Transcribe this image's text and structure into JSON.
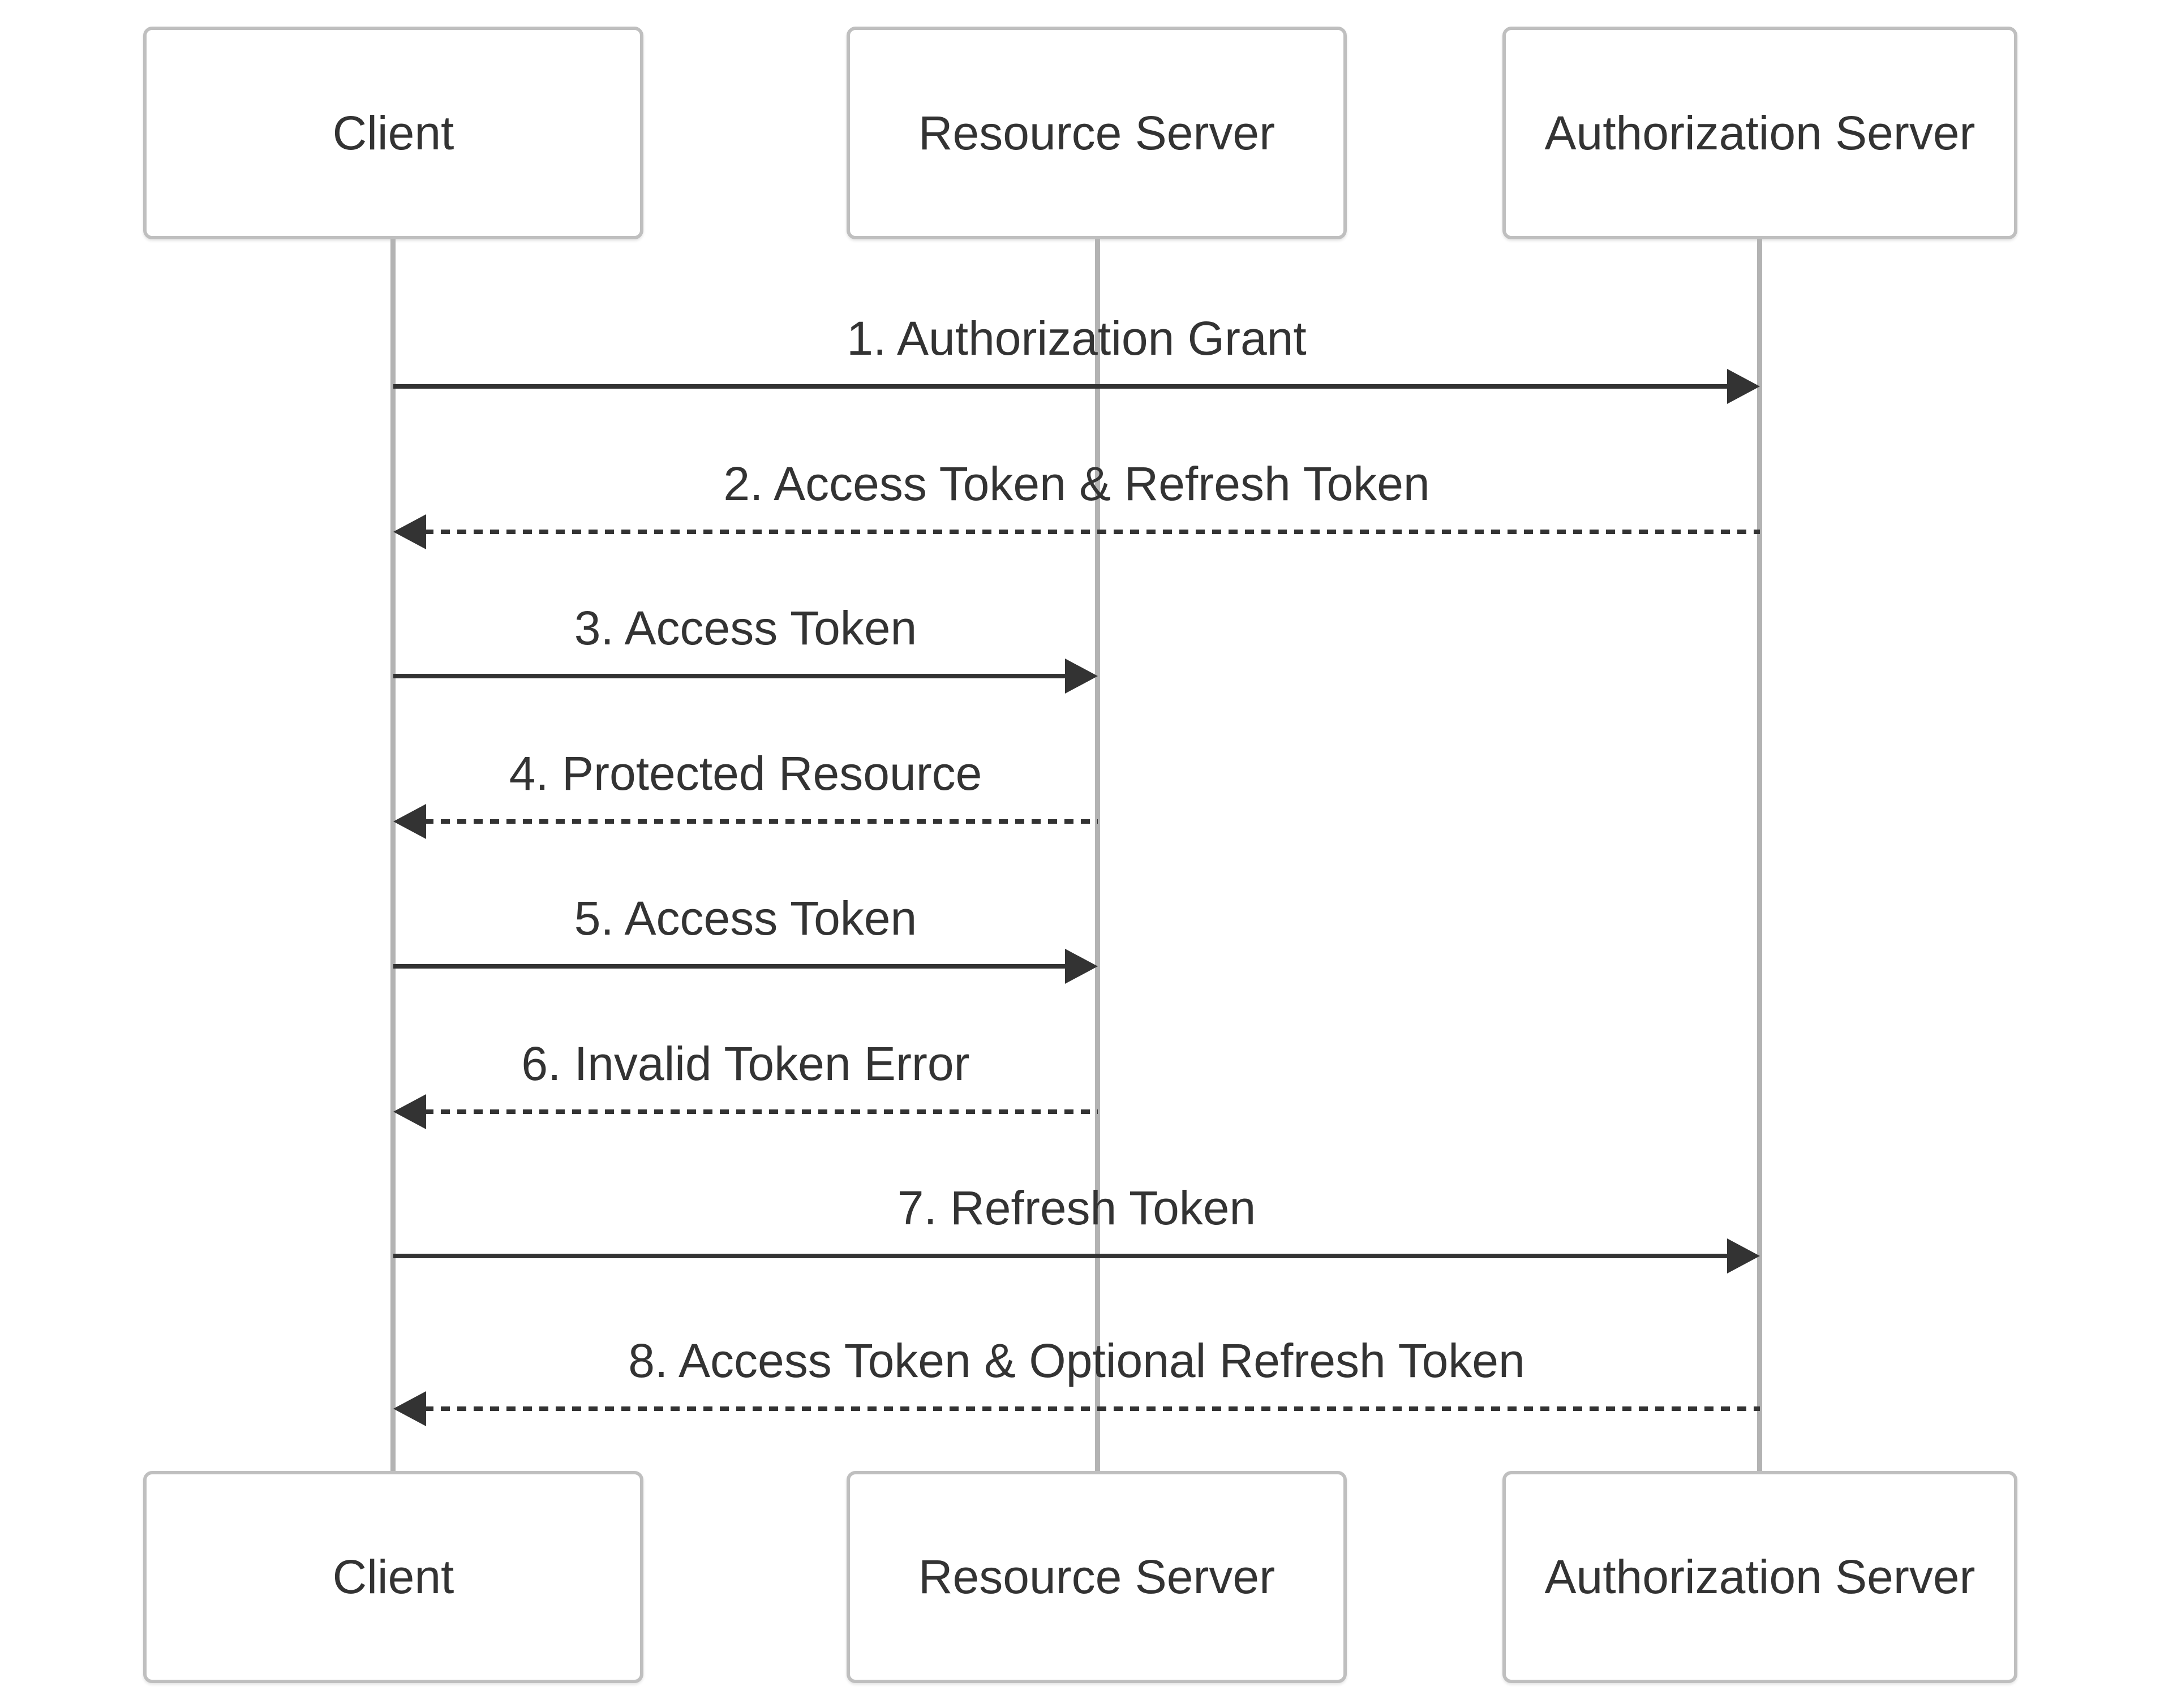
{
  "diagram": {
    "type": "sequence",
    "actors": [
      {
        "id": "client",
        "label": "Client"
      },
      {
        "id": "resource-server",
        "label": "Resource Server"
      },
      {
        "id": "authorization-server",
        "label": "Authorization Server"
      }
    ],
    "messages": [
      {
        "label": "1. Authorization Grant",
        "from": "Client",
        "to": "Authorization Server",
        "line": "solid",
        "direction": "right"
      },
      {
        "label": "2. Access Token & Refresh Token",
        "from": "Authorization Server",
        "to": "Client",
        "line": "dashed",
        "direction": "left"
      },
      {
        "label": "3. Access Token",
        "from": "Client",
        "to": "Resource Server",
        "line": "solid",
        "direction": "right"
      },
      {
        "label": "4. Protected Resource",
        "from": "Resource Server",
        "to": "Client",
        "line": "dashed",
        "direction": "left"
      },
      {
        "label": "5. Access Token",
        "from": "Client",
        "to": "Resource Server",
        "line": "solid",
        "direction": "right"
      },
      {
        "label": "6. Invalid Token Error",
        "from": "Resource Server",
        "to": "Client",
        "line": "dashed",
        "direction": "left"
      },
      {
        "label": "7. Refresh Token",
        "from": "Client",
        "to": "Authorization Server",
        "line": "solid",
        "direction": "right"
      },
      {
        "label": "8. Access Token & Optional Refresh Token",
        "from": "Authorization Server",
        "to": "Client",
        "line": "dashed",
        "direction": "left"
      }
    ],
    "colors": {
      "background": "#ffffff",
      "text": "#333333",
      "message_line": "#333333",
      "lifeline": "#b3b3b3",
      "actor_border": "#bfbfbf",
      "actor_fill": "#ffffff"
    }
  }
}
